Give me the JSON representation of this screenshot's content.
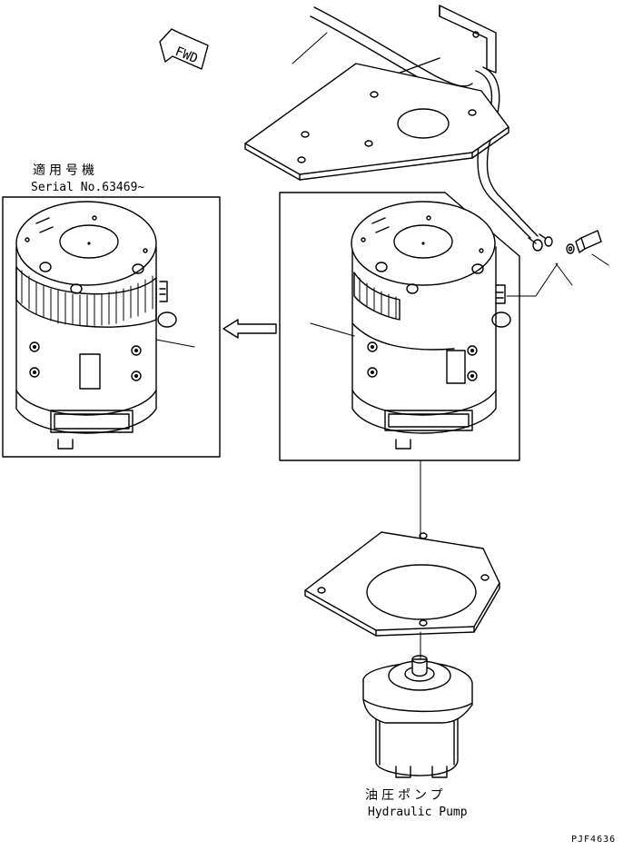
{
  "fwd_label": "FWD",
  "serial_label_jp": "適用号機",
  "serial_label": "Serial No.63469~",
  "pump_label_jp": "油圧ポンプ",
  "pump_label": "Hydraulic Pump",
  "drawing_code": "PJF4636"
}
